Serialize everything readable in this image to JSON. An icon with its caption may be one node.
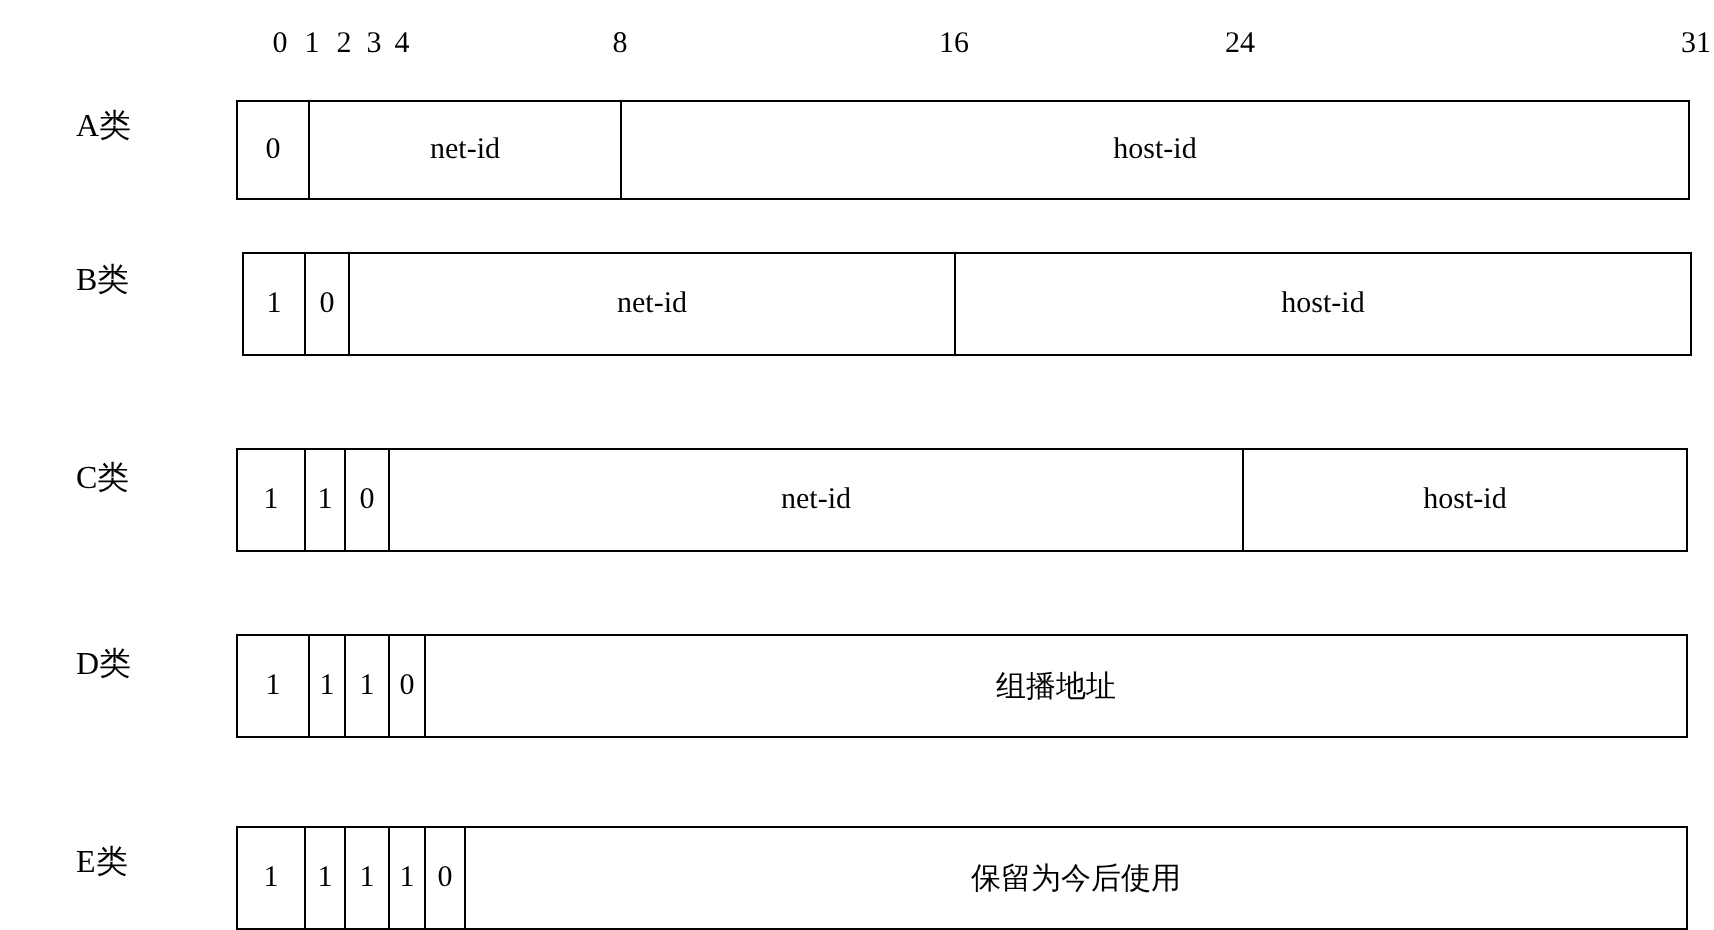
{
  "diagram": {
    "nodes": [
      {
        "text": [
          "A类"
        ]
      },
      {
        "text": [
          "0"
        ],
        "in": 0
      },
      {
        "text": [
          "net-id"
        ],
        "in": 0
      },
      {
        "text": [
          "host-id"
        ],
        "in": 0
      },
      {
        "text": [
          "B类"
        ]
      },
      {
        "text": [
          "1"
        ],
        "in": 4
      },
      {
        "text": [
          "0"
        ],
        "in": 4
      },
      {
        "text": [
          "net-id"
        ],
        "in": 4
      },
      {
        "text": [
          "host-id"
        ],
        "in": 4
      },
      {
        "text": [
          "C类"
        ]
      },
      {
        "text": [
          "1"
        ],
        "in": 9
      },
      {
        "text": [
          "1"
        ],
        "in": 9
      },
      {
        "text": [
          "0"
        ],
        "in": 9
      },
      {
        "text": [
          "net-id"
        ],
        "in": 9
      },
      {
        "text": [
          "host-id"
        ],
        "in": 9
      },
      {
        "text": [
          "D类"
        ]
      },
      {
        "text": [
          "1"
        ],
        "in": 15
      },
      {
        "text": [
          "1"
        ],
        "in": 15
      },
      {
        "text": [
          "1"
        ],
        "in": 15
      },
      {
        "text": [
          "0"
        ],
        "in": 15
      },
      {
        "text": [
          "组播地址"
        ],
        "in": 15
      },
      {
        "text": [
          "E类"
        ]
      },
      {
        "text": [
          "1"
        ],
        "in": 21
      },
      {
        "text": [
          "1"
        ],
        "in": 21
      },
      {
        "text": [
          "1"
        ],
        "in": 21
      },
      {
        "text": [
          "1"
        ],
        "in": 21
      },
      {
        "text": [
          "0"
        ],
        "in": 21
      },
      {
        "text": [
          "保留为今后使用"
        ],
        "in": 21
      }
    ],
    "labels": [
      "0",
      "1",
      "2",
      "3",
      "4",
      "8",
      "16",
      "24",
      "31"
    ]
  }
}
